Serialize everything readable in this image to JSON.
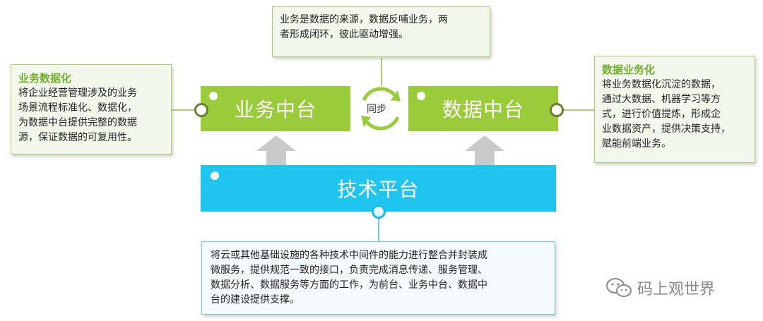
{
  "top_note": {
    "lines": [
      "业务是数据的来源，数据反哺业务，两",
      "者形成闭环，彼此驱动增强。"
    ]
  },
  "left_note": {
    "title": "业务数据化",
    "lines": [
      "将企业经营管理涉及的业务",
      "场景流程标准化、数据化，",
      "为数据中台提供完整的数据",
      "源，保证数据的可复用性。"
    ]
  },
  "right_note": {
    "title": "数据业务化",
    "lines": [
      "将业务数据化沉淀的数据，",
      "通过大数据、机器学习等方",
      "式，进行价值提炼，形成企",
      "业数据资产，提供决策支持，",
      "赋能前端业务。"
    ]
  },
  "bottom_note": {
    "lines": [
      "将云或其他基础设施的各种技术中间件的能力进行整合并封装成",
      "微服务，提供规范一致的接口，负责完成消息传递、服务管理、",
      "数据分析、数据服务等方面的工作，为前台、业务中台、数据中",
      "台的建设提供支撑。"
    ]
  },
  "blocks": {
    "business": "业务中台",
    "data": "数据中台",
    "tech": "技术平台"
  },
  "sync_label": "同步",
  "watermark": "码上观世界",
  "colors": {
    "green_block": "#9acb3a",
    "blue_block": "#20c5ef",
    "note_title": "#6fb02c",
    "note_border_green": "#a9cf6b",
    "note_border_blue": "#6cc9ea"
  }
}
